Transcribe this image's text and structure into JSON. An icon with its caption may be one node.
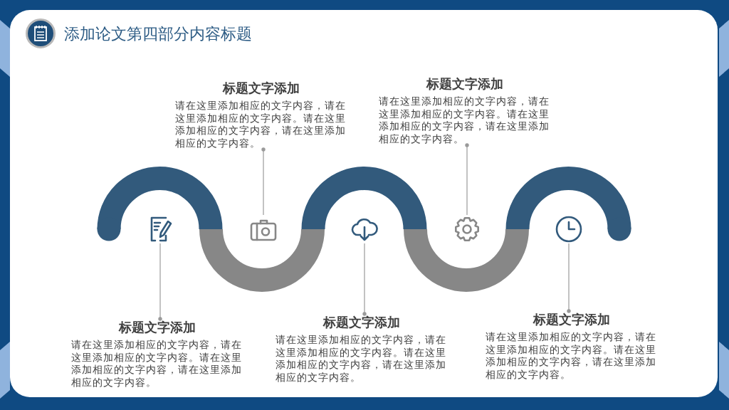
{
  "diagram": {
    "title": "添加论文第四部分内容标题",
    "nodes": [
      {
        "text": [
          "标题文字添加",
          "请在这里添加相应的文字内容，请在这里添加相应的文字内容。请在这里添加相应的文字内容，请在这里添加相应的文字内容。"
        ]
      },
      {
        "text": [
          "标题文字添加",
          "请在这里添加相应的文字内容，请在这里添加相应的文字内容。请在这里添加相应的文字内容，请在这里添加相应的文字内容。"
        ]
      },
      {
        "text": [],
        "shape": "picture"
      },
      {
        "text": [],
        "shape": "picture"
      },
      {
        "text": [],
        "shape": "picture"
      },
      {
        "text": [],
        "shape": "picture"
      },
      {
        "text": [],
        "shape": "picture"
      },
      {
        "text": [
          "标题文字添加",
          "请在这里添加相应的文字内容，请在这里添加相应的文字内容。请在这里添加相应的文字内容，请在这里添加相应的文字内容。"
        ]
      },
      {
        "text": [
          "标题文字添加",
          "请在这里添加相应的文字内容，请在这里添加相应的文字内容。请在这里添加相应的文字内容，请在这里添加相应的文字内容。"
        ]
      },
      {
        "text": [
          "标题文字添加",
          "请在这里添加相应的文字内容，请在这里添加相应的文字内容。请在这里添加相应的文字内容，请在这里添加相应的文字内容。"
        ]
      }
    ],
    "edges": [
      {
        "from": 0,
        "to": 3,
        "arrow": "other"
      },
      {
        "from": 1,
        "to": 5,
        "arrow": "other"
      },
      {
        "from": 7,
        "to": 2,
        "arrow": "other"
      },
      {
        "from": 8,
        "to": 4,
        "arrow": "other"
      },
      {
        "from": 9,
        "to": 6,
        "arrow": "other"
      }
    ]
  }
}
